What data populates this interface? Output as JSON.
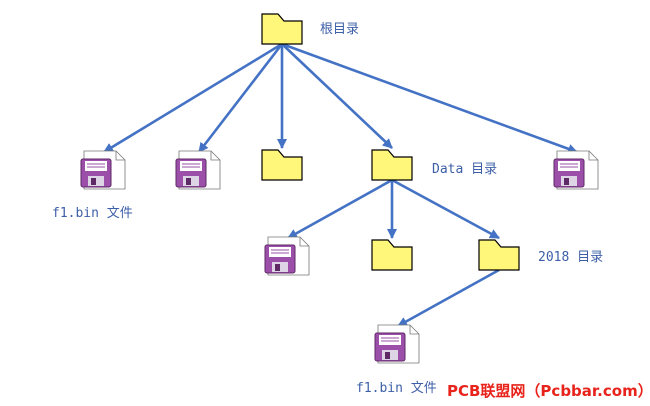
{
  "labels": {
    "root": "根目录",
    "data_dir": "Data 目录",
    "dir_2018": "2018 目录",
    "file_top": "f1.bin 文件",
    "file_bottom": "f1.bin 文件"
  },
  "watermark": "PCB联盟网（Pcbbar.com）",
  "colors": {
    "arrow": "#4472c4",
    "label": "#3d5fa8",
    "folder_fill": "#fff77a",
    "folder_stroke": "#000000",
    "file_accent": "#9b4fa8",
    "watermark": "#e8231b"
  },
  "nodes": [
    {
      "id": "root",
      "icon": "folder-icon"
    },
    {
      "id": "file-a",
      "icon": "floppy-file-icon"
    },
    {
      "id": "file-b",
      "icon": "floppy-file-icon"
    },
    {
      "id": "folder-c",
      "icon": "folder-icon"
    },
    {
      "id": "data",
      "icon": "folder-icon"
    },
    {
      "id": "file-e",
      "icon": "floppy-file-icon"
    },
    {
      "id": "file-f",
      "icon": "floppy-file-icon"
    },
    {
      "id": "folder-g",
      "icon": "folder-icon"
    },
    {
      "id": "dir2018",
      "icon": "folder-icon"
    },
    {
      "id": "file-h",
      "icon": "floppy-file-icon"
    }
  ],
  "edges": [
    {
      "from": "root",
      "to": "file-a"
    },
    {
      "from": "root",
      "to": "file-b"
    },
    {
      "from": "root",
      "to": "folder-c"
    },
    {
      "from": "root",
      "to": "data"
    },
    {
      "from": "root",
      "to": "file-e"
    },
    {
      "from": "data",
      "to": "file-f"
    },
    {
      "from": "data",
      "to": "folder-g"
    },
    {
      "from": "data",
      "to": "dir2018"
    },
    {
      "from": "dir2018",
      "to": "file-h"
    }
  ]
}
